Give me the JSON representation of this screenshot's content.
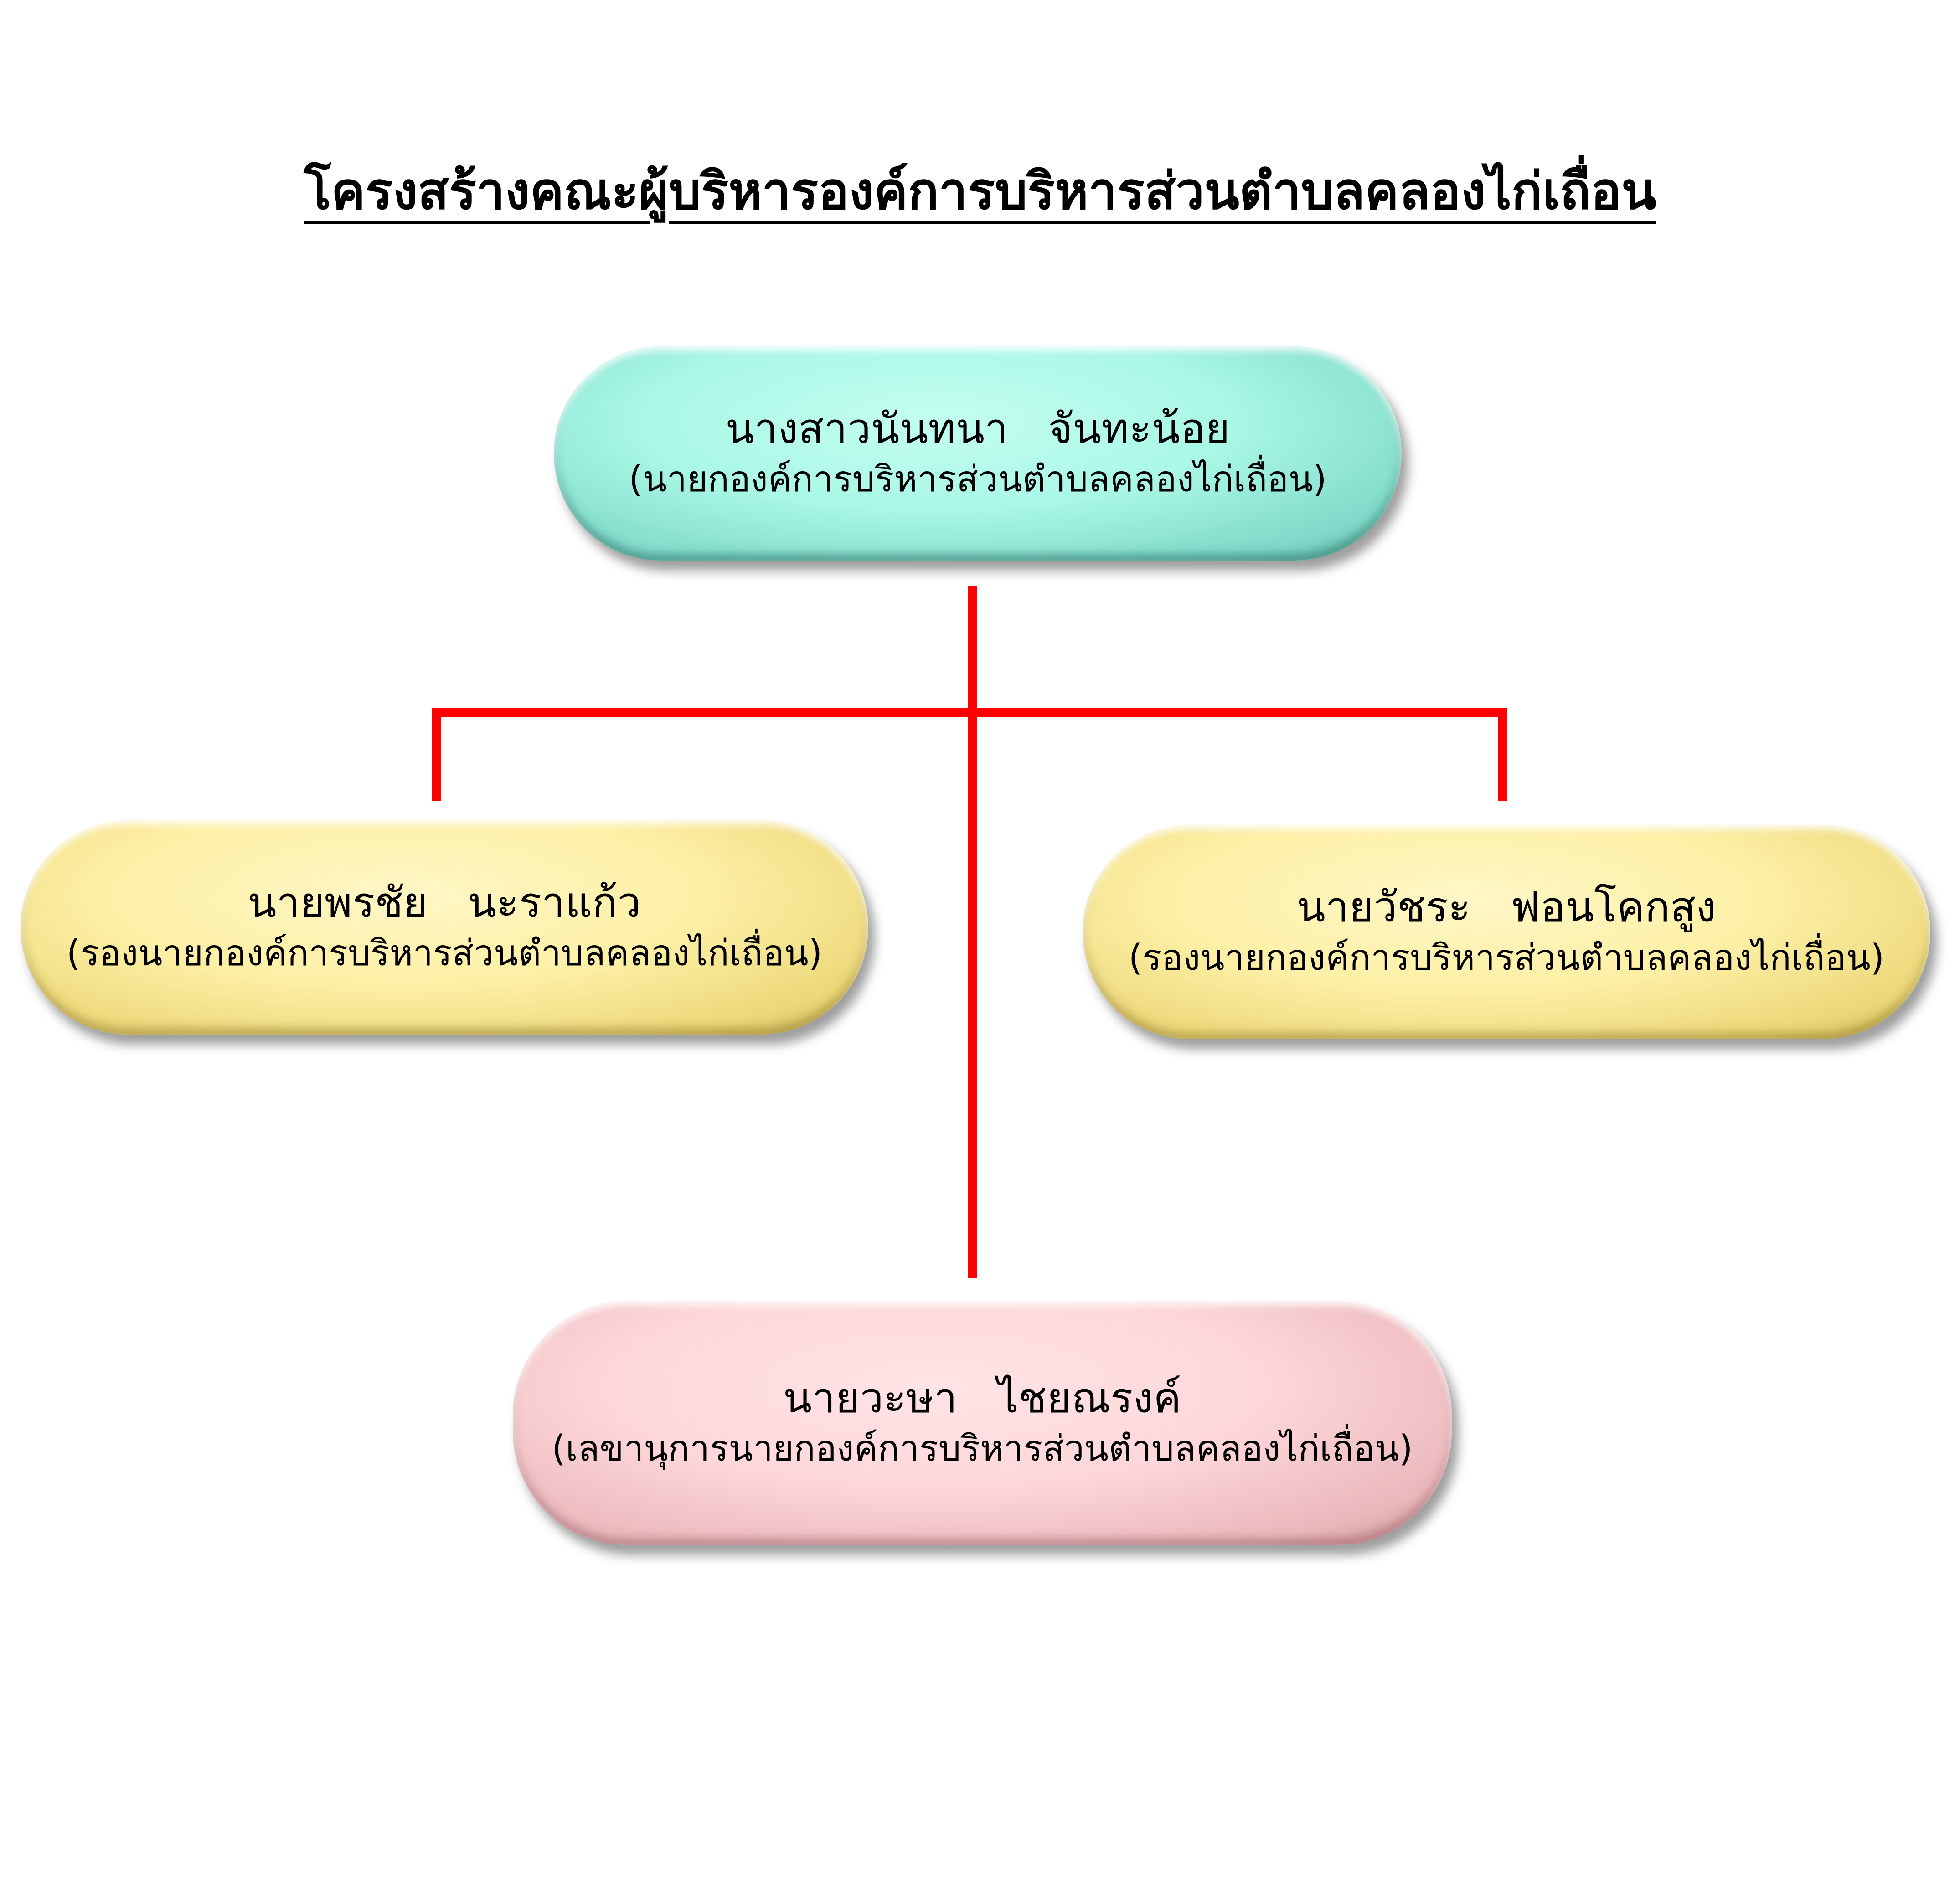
{
  "title": "โครงสร้างคณะผู้บริหารองค์การบริหารส่วนตำบลคลองไก่เถื่อน",
  "colors": {
    "connector": "#ff0000",
    "mayor_box": "#a9f7e6",
    "deputy_box": "#fdf0a6",
    "secretary_box": "#fdd7d9"
  },
  "nodes": {
    "mayor": {
      "name": "นางสาวนันทนา   จันทะน้อย",
      "position": "(นายกองค์การบริหารส่วนตำบลคลองไก่เถื่อน)"
    },
    "deputy_left": {
      "name": "นายพรชัย   นะราแก้ว",
      "position": "(รองนายกองค์การบริหารส่วนตำบลคลองไก่เถื่อน)"
    },
    "deputy_right": {
      "name": "นายวัชระ   ฟอนโคกสูง",
      "position": "(รองนายกองค์การบริหารส่วนตำบลคลองไก่เถื่อน)"
    },
    "secretary": {
      "name": "นายวะษา   ไชยณรงค์",
      "position": "(เลขานุการนายกองค์การบริหารส่วนตำบลคลองไก่เถื่อน)"
    }
  }
}
